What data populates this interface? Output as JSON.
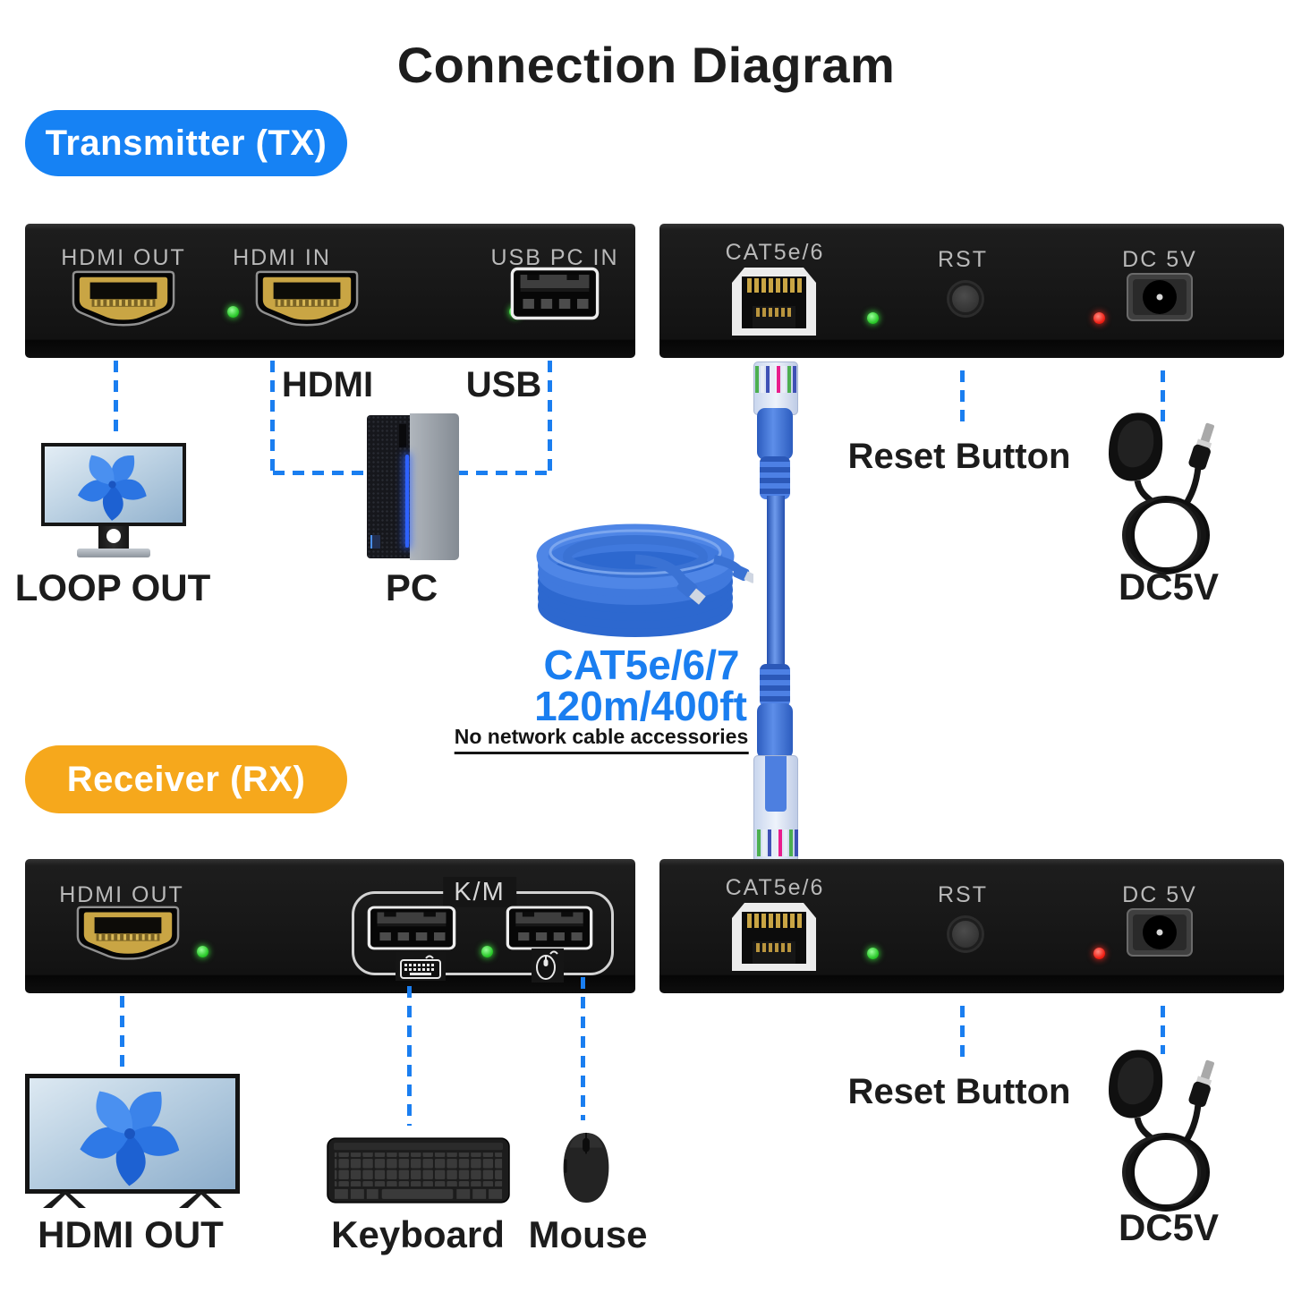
{
  "title": "Connection Diagram",
  "transmitter": {
    "badge": "Transmitter (TX)",
    "panel_a": {
      "port1": "HDMI OUT",
      "port2": "HDMI IN",
      "port3": "USB PC IN"
    },
    "panel_b": {
      "rj45": "CAT5e/6",
      "reset": "RST",
      "power": "DC 5V"
    },
    "callouts": {
      "hdmi": "HDMI",
      "usb": "USB",
      "loop_out": "LOOP OUT",
      "pc": "PC",
      "reset_button": "Reset Button",
      "dc5v": "DC5V"
    }
  },
  "link_cable": {
    "type": "CAT5e/6/7",
    "length": "120m/400ft",
    "note": "No network cable accessories"
  },
  "receiver": {
    "badge": "Receiver (RX)",
    "panel_a": {
      "port1": "HDMI OUT",
      "km": "K/M"
    },
    "panel_b": {
      "rj45": "CAT5e/6",
      "reset": "RST",
      "power": "DC 5V"
    },
    "callouts": {
      "hdmi_out": "HDMI OUT",
      "keyboard": "Keyboard",
      "mouse": "Mouse",
      "reset_button": "Reset Button",
      "dc5v": "DC5V"
    }
  },
  "colors": {
    "accent_blue": "#1a7ef0",
    "badge_blue": "#1682f4",
    "badge_orange": "#f6a81c",
    "led_green": "#2ec82e",
    "led_red": "#ef1d12",
    "panel_black": "#141414",
    "cable_blue": "#3a72d4"
  }
}
